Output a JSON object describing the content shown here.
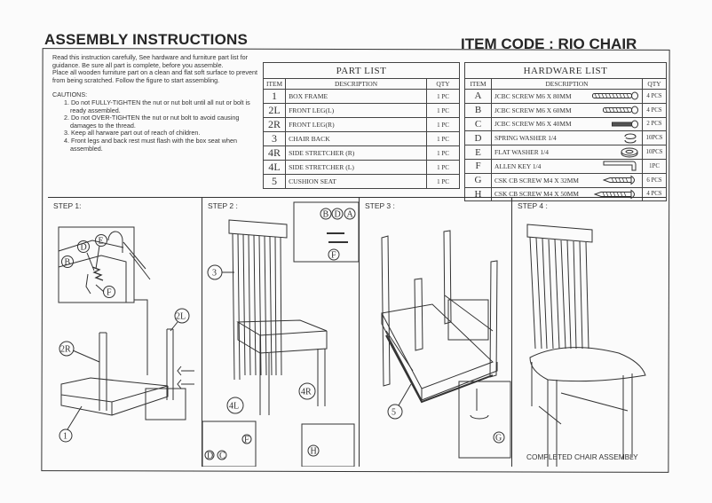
{
  "header": {
    "title": "ASSEMBLY INSTRUCTIONS",
    "item_code": "ITEM CODE : RIO CHAIR"
  },
  "intro": {
    "paragraph1": "Read this instruction carefully, See hardware and furniture part list for guidance. Be sure all part is complete, before you assemble.",
    "paragraph2": "Place all wooden furniture part on a clean and flat soft surface to prevent from being scratched. Follow the figure to start assembling.",
    "cautions_title": "CAUTIONS:",
    "cautions": [
      "1. Do not FULLY-TIGHTEN the nut or nut bolt until all nut or bolt is ready assembled.",
      "2. Do not OVER-TIGHTEN the nut or nut bolt to avoid causing damages to the thread.",
      "3. Keep all harware part out of reach of children.",
      "4. Front legs and back rest must flash with the box seat when assembled."
    ]
  },
  "part_list": {
    "title": "PART LIST",
    "columns": [
      "ITEM",
      "DESCRIPTION",
      "QTY"
    ],
    "rows": [
      {
        "item": "1",
        "description": "BOX FRAME",
        "qty": "1 PC"
      },
      {
        "item": "2L",
        "description": "FRONT LEG(L)",
        "qty": "1 PC"
      },
      {
        "item": "2R",
        "description": "FRONT LEG(R)",
        "qty": "1 PC"
      },
      {
        "item": "3",
        "description": "CHAIR  BACK",
        "qty": "1 PC"
      },
      {
        "item": "4R",
        "description": "SIDE STRETCHER (R)",
        "qty": "1 PC"
      },
      {
        "item": "4L",
        "description": "SIDE STRETCHER (L)",
        "qty": "1 PC"
      },
      {
        "item": "5",
        "description": "CUSHION SEAT",
        "qty": "1 PC"
      }
    ]
  },
  "hardware_list": {
    "title": "HARDWARE LIST",
    "columns": [
      "ITEM",
      "DESCRIPTION",
      "QTY"
    ],
    "rows": [
      {
        "item": "A",
        "description": "JCBC SCREW M6 X 80MM",
        "qty": "4 PCS",
        "icon": "long-screw-icon"
      },
      {
        "item": "B",
        "description": "JCBC SCREW M6 X 60MM",
        "qty": "4 PCS",
        "icon": "medium-screw-icon"
      },
      {
        "item": "C",
        "description": "JCBC SCREW M6 X 40MM",
        "qty": "2 PCS",
        "icon": "short-screw-icon"
      },
      {
        "item": "D",
        "description": "SPRING WASHER 1/4",
        "qty": "10PCS",
        "icon": "spring-washer-icon"
      },
      {
        "item": "E",
        "description": "FLAT WASHER 1/4",
        "qty": "10PCS",
        "icon": "flat-washer-icon"
      },
      {
        "item": "F",
        "description": "ALLEN KEY 1/4",
        "qty": "1PC",
        "icon": "allen-key-icon"
      },
      {
        "item": "G",
        "description": "CSK CB SCREW M4 X 32MM",
        "qty": "6 PCS",
        "icon": "wood-screw-icon"
      },
      {
        "item": "H",
        "description": "CSK CB SCREW M4 X 50MM",
        "qty": "4 PCS",
        "icon": "long-wood-screw-icon"
      }
    ]
  },
  "steps": [
    {
      "label": "STEP 1:",
      "callouts": [
        "B",
        "D",
        "E",
        "F",
        "2L",
        "2R",
        "1"
      ]
    },
    {
      "label": "STEP 2 :",
      "callouts": [
        "B",
        "D",
        "A",
        "F",
        "3",
        "4L",
        "4R",
        "E",
        "D",
        "C",
        "F",
        "H"
      ]
    },
    {
      "label": "STEP 3 :",
      "callouts": [
        "5",
        "G"
      ]
    },
    {
      "label": "STEP 4 :",
      "caption": "COMPLETED CHAIR ASSEMBLY"
    }
  ]
}
